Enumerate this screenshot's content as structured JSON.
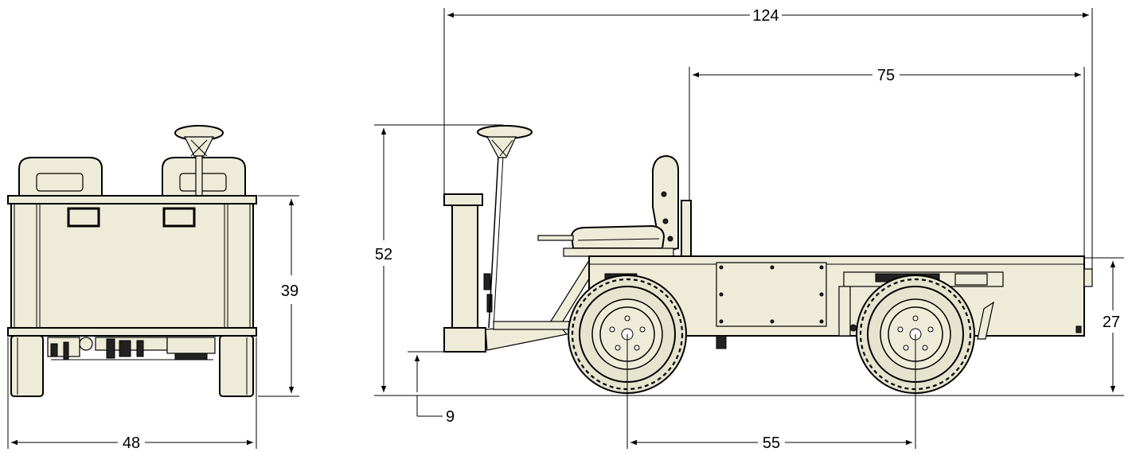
{
  "dimensions": {
    "overall_length": "124",
    "bed_length": "75",
    "overall_height": "52",
    "rear_height": "39",
    "bed_height": "27",
    "ground_clearance": "9",
    "wheelbase": "55",
    "overall_width": "48"
  },
  "colors": {
    "body": "#eeecd8",
    "outline": "#000000",
    "background": "#ffffff"
  }
}
